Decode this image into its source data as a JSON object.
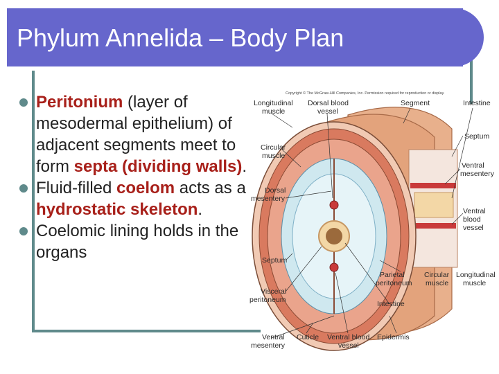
{
  "slide": {
    "title": "Phylum Annelida – Body Plan",
    "bullets": [
      {
        "em1": "Peritonium",
        "t1": " (layer of mesodermal epithelium) of adjacent segments meet to form ",
        "em2": "septa (dividing walls)",
        "t2": "."
      },
      {
        "t0": "Fluid-filled ",
        "em1": "coelom",
        "t1": " acts as a ",
        "em2": "hydrostatic skeleton",
        "t2": "."
      },
      {
        "t0": "Coelomic lining holds in the organs"
      }
    ]
  },
  "figure": {
    "copyright": "Copyright © The McGraw-Hill Companies, Inc. Permission required for reproduction or display.",
    "labels": {
      "longitudinal_muscle_top": [
        "Longitudinal",
        "muscle"
      ],
      "dorsal_blood_vessel": [
        "Dorsal blood",
        "vessel"
      ],
      "segment": "Segment",
      "intestine_top": "Intestine",
      "septum_right": "Septum",
      "ventral_mesentery_right": [
        "Ventral",
        "mesentery"
      ],
      "circular_muscle_left": [
        "Circular",
        "muscle"
      ],
      "dorsal_mesentery": [
        "Dorsal",
        "mesentery"
      ],
      "ventral_blood_vessel_right": [
        "Ventral",
        "blood",
        "vessel"
      ],
      "septum_left": "Septum",
      "parietal_peritoneum": [
        "Parietal",
        "peritoneum"
      ],
      "circular_muscle_bottom": [
        "Circular",
        "muscle"
      ],
      "longitudinal_muscle_bottom": [
        "Longitudinal",
        "muscle"
      ],
      "visceral_peritoneum": [
        "Visceral",
        "peritoneum"
      ],
      "intestine_bottom": "Intestine",
      "ventral_mesentery_bottom": [
        "Ventral",
        "mesentery"
      ],
      "cuticle": "Cuticle",
      "ventral_blood_vessel_bottom": [
        "Ventral blood",
        "vessel"
      ],
      "epidermis": "Epidermis"
    },
    "colors": {
      "body_wall": "#e3a37c",
      "muscle": "#d97a5f",
      "coelom": "#cfe8ef",
      "vessel": "#c93a3a",
      "intestine": "#f3d7a6"
    }
  }
}
